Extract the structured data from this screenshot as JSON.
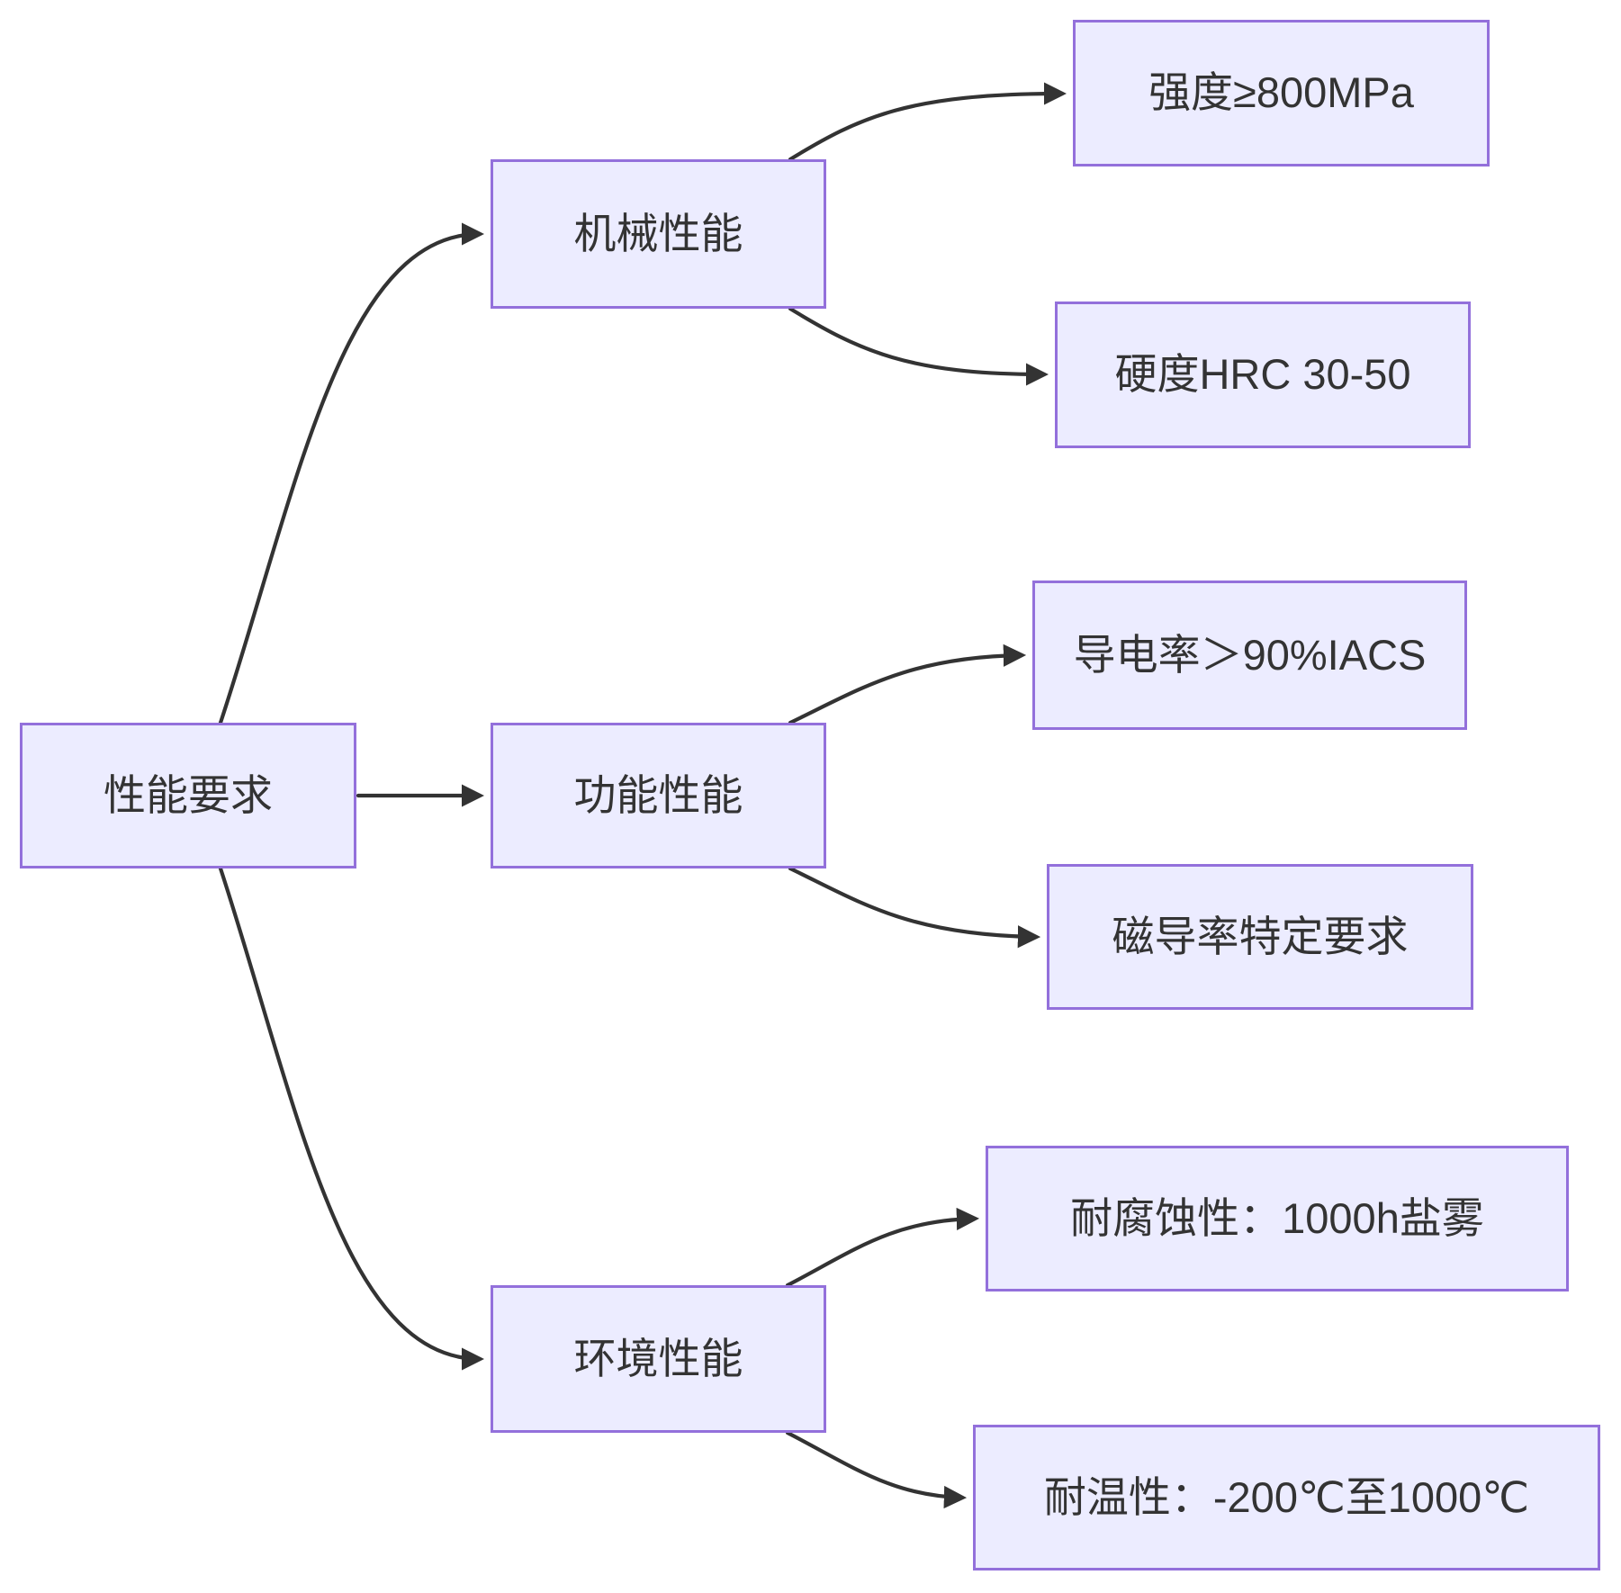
{
  "diagram": {
    "type": "flowchart-lr",
    "colors": {
      "node_fill": "#ECECFF",
      "node_border": "#9370DB",
      "edge": "#333333",
      "text": "#333333",
      "background": "#FFFFFF"
    },
    "nodes": {
      "root": {
        "label": "性能要求"
      },
      "mechanical": {
        "label": "机械性能"
      },
      "functional": {
        "label": "功能性能"
      },
      "environmental": {
        "label": "环境性能"
      },
      "strength": {
        "label": "强度≥800MPa"
      },
      "hardness": {
        "label": "硬度HRC 30-50"
      },
      "conductivity": {
        "label": "导电率＞90%IACS"
      },
      "permeability": {
        "label": "磁导率特定要求"
      },
      "corrosion": {
        "label": "耐腐蚀性：1000h盐雾"
      },
      "temperature": {
        "label": "耐温性：-200℃至1000℃"
      }
    },
    "edges": [
      {
        "from": "性能要求",
        "to": "机械性能"
      },
      {
        "from": "性能要求",
        "to": "功能性能"
      },
      {
        "from": "性能要求",
        "to": "环境性能"
      },
      {
        "from": "机械性能",
        "to": "强度≥800MPa"
      },
      {
        "from": "机械性能",
        "to": "硬度HRC 30-50"
      },
      {
        "from": "功能性能",
        "to": "导电率＞90%IACS"
      },
      {
        "from": "功能性能",
        "to": "磁导率特定要求"
      },
      {
        "from": "环境性能",
        "to": "耐腐蚀性：1000h盐雾"
      },
      {
        "from": "环境性能",
        "to": "耐温性：-200℃至1000℃"
      }
    ]
  }
}
